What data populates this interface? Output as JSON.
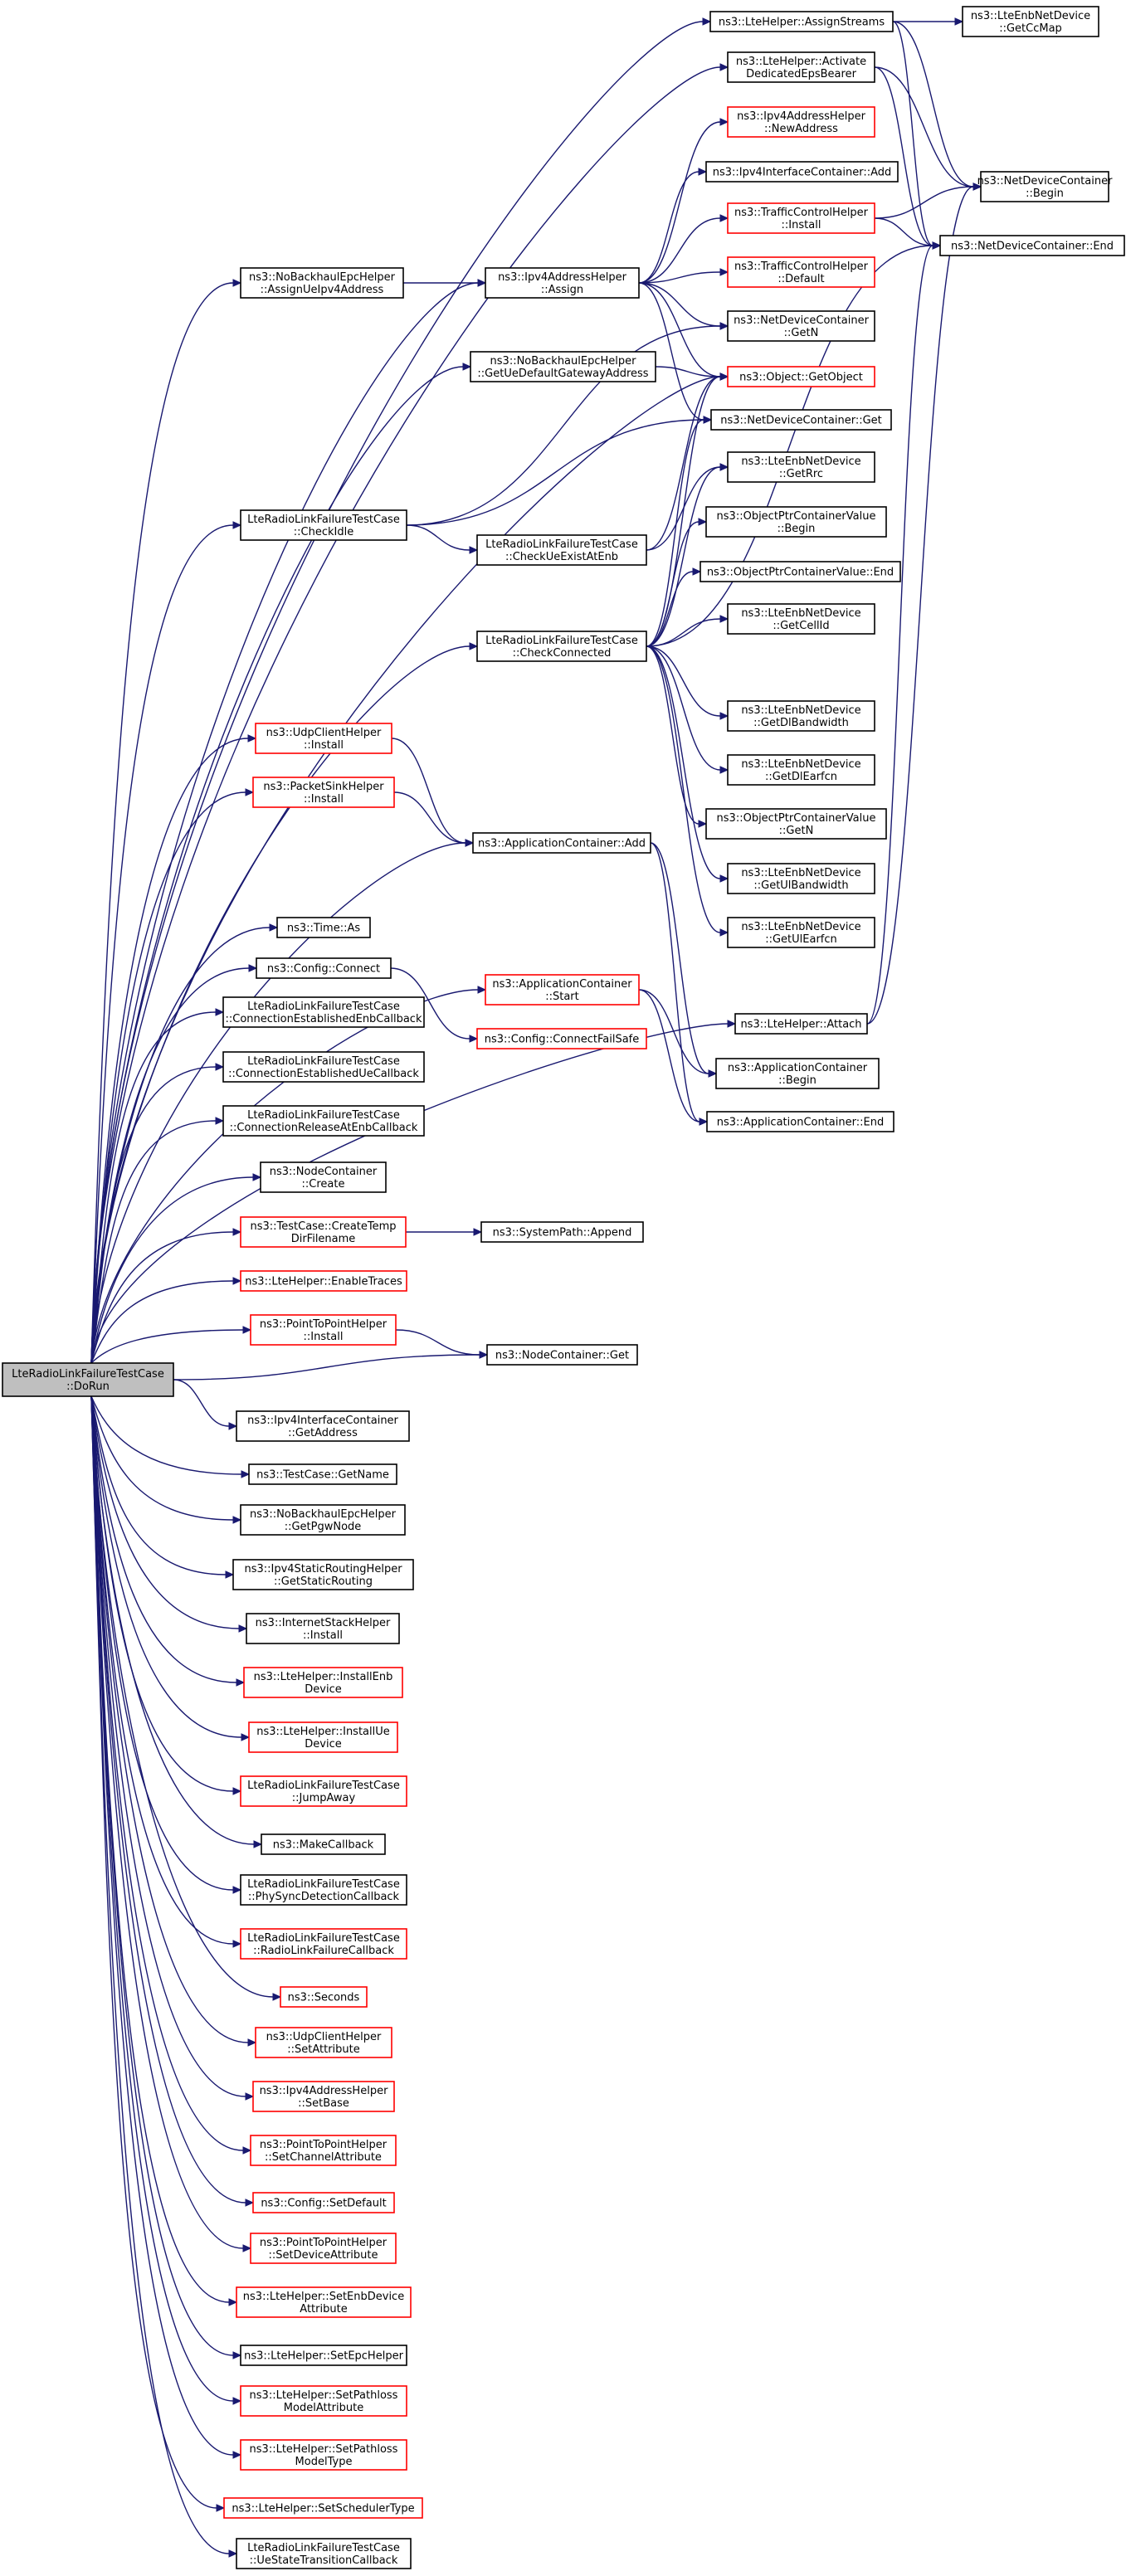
{
  "colors": {
    "edge": "#191970",
    "node_border_documented": "#000000",
    "node_border_undocumented": "#ff0000",
    "root_fill": "#bfbfbf"
  },
  "root": "doRun",
  "nodes": {
    "doRun": {
      "lines": [
        "LteRadioLinkFailureTestCase",
        "::DoRun"
      ],
      "kind": "root"
    },
    "assignStreams": {
      "lines": [
        "ns3::LteHelper::AssignStreams"
      ],
      "kind": "black"
    },
    "getCcMap": {
      "lines": [
        "ns3::LteEnbNetDevice",
        "::GetCcMap"
      ],
      "kind": "black"
    },
    "activateBearer": {
      "lines": [
        "ns3::LteHelper::Activate",
        "DedicatedEpsBearer"
      ],
      "kind": "black"
    },
    "ndcBegin": {
      "lines": [
        "ns3::NetDeviceContainer",
        "::Begin"
      ],
      "kind": "black"
    },
    "ndcEnd": {
      "lines": [
        "ns3::NetDeviceContainer::End"
      ],
      "kind": "black"
    },
    "newAddress": {
      "lines": [
        "ns3::Ipv4AddressHelper",
        "::NewAddress"
      ],
      "kind": "red"
    },
    "ifcAdd": {
      "lines": [
        "ns3::Ipv4InterfaceContainer::Add"
      ],
      "kind": "black"
    },
    "tcInstall": {
      "lines": [
        "ns3::TrafficControlHelper",
        "::Install"
      ],
      "kind": "red"
    },
    "assignUe": {
      "lines": [
        "ns3::NoBackhaulEpcHelper",
        "::AssignUeIpv4Address"
      ],
      "kind": "black"
    },
    "ipv4Assign": {
      "lines": [
        "ns3::Ipv4AddressHelper",
        "::Assign"
      ],
      "kind": "black"
    },
    "tcDefault": {
      "lines": [
        "ns3::TrafficControlHelper",
        "::Default"
      ],
      "kind": "red"
    },
    "ndcGetN": {
      "lines": [
        "ns3::NetDeviceContainer",
        "::GetN"
      ],
      "kind": "black"
    },
    "getUeGw": {
      "lines": [
        "ns3::NoBackhaulEpcHelper",
        "::GetUeDefaultGatewayAddress"
      ],
      "kind": "black"
    },
    "getObject": {
      "lines": [
        "ns3::Object::GetObject"
      ],
      "kind": "red"
    },
    "ndcGet": {
      "lines": [
        "ns3::NetDeviceContainer::Get"
      ],
      "kind": "black"
    },
    "checkIdle": {
      "lines": [
        "LteRadioLinkFailureTestCase",
        "::CheckIdle"
      ],
      "kind": "black"
    },
    "getRrc": {
      "lines": [
        "ns3::LteEnbNetDevice",
        "::GetRrc"
      ],
      "kind": "black"
    },
    "checkUeExist": {
      "lines": [
        "LteRadioLinkFailureTestCase",
        "::CheckUeExistAtEnb"
      ],
      "kind": "black"
    },
    "optrBegin": {
      "lines": [
        "ns3::ObjectPtrContainerValue",
        "::Begin"
      ],
      "kind": "black"
    },
    "optrEnd": {
      "lines": [
        "ns3::ObjectPtrContainerValue::End"
      ],
      "kind": "black"
    },
    "checkConnected": {
      "lines": [
        "LteRadioLinkFailureTestCase",
        "::CheckConnected"
      ],
      "kind": "black"
    },
    "getCellId": {
      "lines": [
        "ns3::LteEnbNetDevice",
        "::GetCellId"
      ],
      "kind": "black"
    },
    "getDlBw": {
      "lines": [
        "ns3::LteEnbNetDevice",
        "::GetDlBandwidth"
      ],
      "kind": "black"
    },
    "udpInstall": {
      "lines": [
        "ns3::UdpClientHelper",
        "::Install"
      ],
      "kind": "red"
    },
    "getDlEarfcn": {
      "lines": [
        "ns3::LteEnbNetDevice",
        "::GetDlEarfcn"
      ],
      "kind": "black"
    },
    "sinkInstall": {
      "lines": [
        "ns3::PacketSinkHelper",
        "::Install"
      ],
      "kind": "red"
    },
    "optrGetN": {
      "lines": [
        "ns3::ObjectPtrContainerValue",
        "::GetN"
      ],
      "kind": "black"
    },
    "appAdd": {
      "lines": [
        "ns3::ApplicationContainer::Add"
      ],
      "kind": "black"
    },
    "getUlBw": {
      "lines": [
        "ns3::LteEnbNetDevice",
        "::GetUlBandwidth"
      ],
      "kind": "black"
    },
    "timeAs": {
      "lines": [
        "ns3::Time::As"
      ],
      "kind": "black"
    },
    "getUlEarfcn": {
      "lines": [
        "ns3::LteEnbNetDevice",
        "::GetUlEarfcn"
      ],
      "kind": "black"
    },
    "cfgConnect": {
      "lines": [
        "ns3::Config::Connect"
      ],
      "kind": "black"
    },
    "appStart": {
      "lines": [
        "ns3::ApplicationContainer",
        "::Start"
      ],
      "kind": "red"
    },
    "lteAttach": {
      "lines": [
        "ns3::LteHelper::Attach"
      ],
      "kind": "black"
    },
    "connEstEnb": {
      "lines": [
        "LteRadioLinkFailureTestCase",
        "::ConnectionEstablishedEnbCallback"
      ],
      "kind": "black"
    },
    "cfgConnFailSafe": {
      "lines": [
        "ns3::Config::ConnectFailSafe"
      ],
      "kind": "red"
    },
    "appBegin": {
      "lines": [
        "ns3::ApplicationContainer",
        "::Begin"
      ],
      "kind": "black"
    },
    "connEstUe": {
      "lines": [
        "LteRadioLinkFailureTestCase",
        "::ConnectionEstablishedUeCallback"
      ],
      "kind": "black"
    },
    "appEnd": {
      "lines": [
        "ns3::ApplicationContainer::End"
      ],
      "kind": "black"
    },
    "connRel": {
      "lines": [
        "LteRadioLinkFailureTestCase",
        "::ConnectionReleaseAtEnbCallback"
      ],
      "kind": "black"
    },
    "ncCreate": {
      "lines": [
        "ns3::NodeContainer",
        "::Create"
      ],
      "kind": "black"
    },
    "createTemp": {
      "lines": [
        "ns3::TestCase::CreateTemp",
        "DirFilename"
      ],
      "kind": "red"
    },
    "sysAppend": {
      "lines": [
        "ns3::SystemPath::Append"
      ],
      "kind": "black"
    },
    "enableTraces": {
      "lines": [
        "ns3::LteHelper::EnableTraces"
      ],
      "kind": "red"
    },
    "p2pInstall": {
      "lines": [
        "ns3::PointToPointHelper",
        "::Install"
      ],
      "kind": "red"
    },
    "ncGet": {
      "lines": [
        "ns3::NodeContainer::Get"
      ],
      "kind": "black"
    },
    "ifcGetAddr": {
      "lines": [
        "ns3::Ipv4InterfaceContainer",
        "::GetAddress"
      ],
      "kind": "black"
    },
    "tcGetName": {
      "lines": [
        "ns3::TestCase::GetName"
      ],
      "kind": "black"
    },
    "getPgw": {
      "lines": [
        "ns3::NoBackhaulEpcHelper",
        "::GetPgwNode"
      ],
      "kind": "black"
    },
    "getStaticRouting": {
      "lines": [
        "ns3::Ipv4StaticRoutingHelper",
        "::GetStaticRouting"
      ],
      "kind": "black"
    },
    "inetInstall": {
      "lines": [
        "ns3::InternetStackHelper",
        "::Install"
      ],
      "kind": "black"
    },
    "installEnb": {
      "lines": [
        "ns3::LteHelper::InstallEnb",
        "Device"
      ],
      "kind": "red"
    },
    "installUe": {
      "lines": [
        "ns3::LteHelper::InstallUe",
        "Device"
      ],
      "kind": "red"
    },
    "jumpAway": {
      "lines": [
        "LteRadioLinkFailureTestCase",
        "::JumpAway"
      ],
      "kind": "red"
    },
    "makeCallback": {
      "lines": [
        "ns3::MakeCallback"
      ],
      "kind": "black"
    },
    "physync": {
      "lines": [
        "LteRadioLinkFailureTestCase",
        "::PhySyncDetectionCallback"
      ],
      "kind": "black"
    },
    "rlf": {
      "lines": [
        "LteRadioLinkFailureTestCase",
        "::RadioLinkFailureCallback"
      ],
      "kind": "red"
    },
    "seconds": {
      "lines": [
        "ns3::Seconds"
      ],
      "kind": "red"
    },
    "udpSetAttr": {
      "lines": [
        "ns3::UdpClientHelper",
        "::SetAttribute"
      ],
      "kind": "red"
    },
    "setBase": {
      "lines": [
        "ns3::Ipv4AddressHelper",
        "::SetBase"
      ],
      "kind": "red"
    },
    "p2pSetChan": {
      "lines": [
        "ns3::PointToPointHelper",
        "::SetChannelAttribute"
      ],
      "kind": "red"
    },
    "cfgSetDefault": {
      "lines": [
        "ns3::Config::SetDefault"
      ],
      "kind": "red"
    },
    "p2pSetDev": {
      "lines": [
        "ns3::PointToPointHelper",
        "::SetDeviceAttribute"
      ],
      "kind": "red"
    },
    "setEnbDevAttr": {
      "lines": [
        "ns3::LteHelper::SetEnbDevice",
        "Attribute"
      ],
      "kind": "red"
    },
    "setEpc": {
      "lines": [
        "ns3::LteHelper::SetEpcHelper"
      ],
      "kind": "black"
    },
    "setPathlossAttr": {
      "lines": [
        "ns3::LteHelper::SetPathloss",
        "ModelAttribute"
      ],
      "kind": "red"
    },
    "setPathlossType": {
      "lines": [
        "ns3::LteHelper::SetPathloss",
        "ModelType"
      ],
      "kind": "red"
    },
    "setSched": {
      "lines": [
        "ns3::LteHelper::SetSchedulerType"
      ],
      "kind": "red"
    },
    "ueState": {
      "lines": [
        "LteRadioLinkFailureTestCase",
        "::UeStateTransitionCallback"
      ],
      "kind": "black"
    }
  }
}
